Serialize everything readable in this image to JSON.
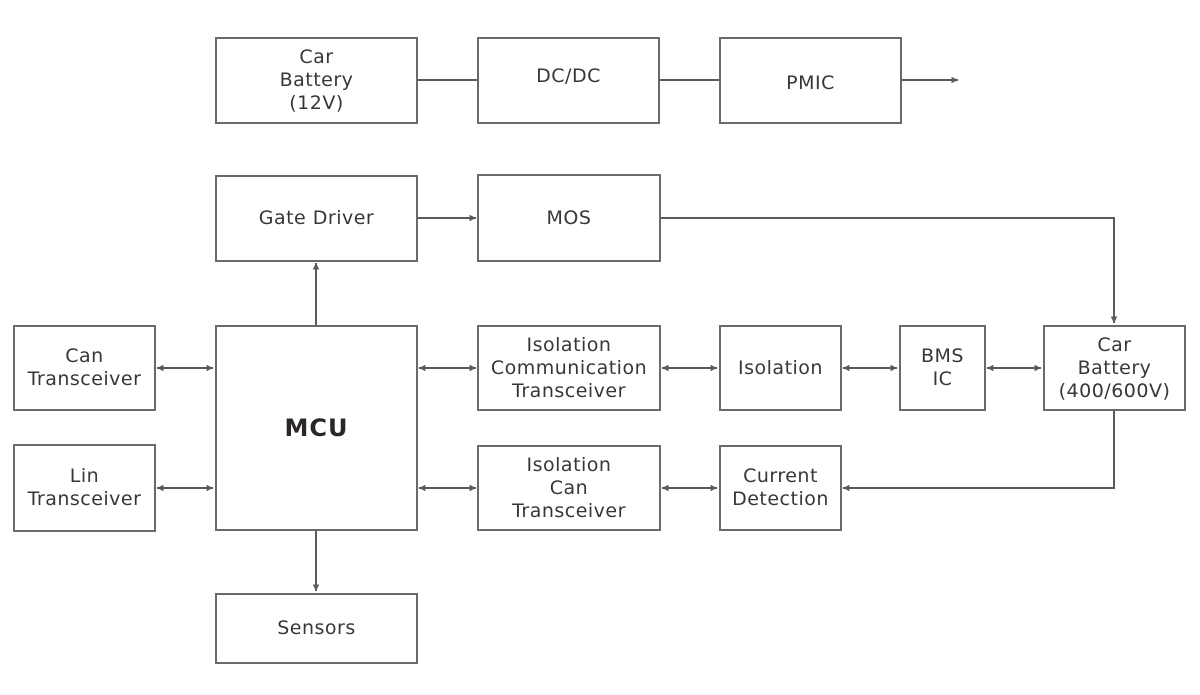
{
  "diagram": {
    "title": "",
    "colors": {
      "line": "#5a5a5a",
      "box_border": "#6a6a6a",
      "text": "#3a3536",
      "background": "#ffffff"
    },
    "nodes": {
      "car_battery_12v": {
        "label": "Car\nBattery\n(12V)"
      },
      "dcdc": {
        "label": "DC/DC"
      },
      "pmic": {
        "label": "PMIC"
      },
      "gate_driver": {
        "label": "Gate Driver"
      },
      "mos": {
        "label": "MOS"
      },
      "can_transceiver": {
        "label": "Can\nTransceiver"
      },
      "lin_transceiver": {
        "label": "Lin\nTransceiver"
      },
      "mcu": {
        "label": "MCU"
      },
      "iso_comm_transceiver": {
        "label": "Isolation\nCommunication\nTransceiver"
      },
      "isolation": {
        "label": "Isolation"
      },
      "bms_ic": {
        "label": "BMS\nIC"
      },
      "car_battery_hv": {
        "label": "Car\nBattery\n(400/600V)"
      },
      "iso_can_transceiver": {
        "label": "Isolation\nCan\nTransceiver"
      },
      "current_detection": {
        "label": "Current\nDetection"
      },
      "sensors": {
        "label": "Sensors"
      }
    },
    "edges": [
      {
        "from": "car_battery_12v",
        "to": "dcdc",
        "type": "line"
      },
      {
        "from": "dcdc",
        "to": "pmic",
        "type": "line"
      },
      {
        "from": "pmic",
        "to": "output",
        "type": "arrow"
      },
      {
        "from": "gate_driver",
        "to": "mos",
        "type": "arrow"
      },
      {
        "from": "mcu",
        "to": "gate_driver",
        "type": "arrow"
      },
      {
        "from": "mos",
        "to": "car_battery_hv",
        "type": "arrow"
      },
      {
        "from": "can_transceiver",
        "to": "mcu",
        "type": "bidirectional"
      },
      {
        "from": "lin_transceiver",
        "to": "mcu",
        "type": "bidirectional"
      },
      {
        "from": "mcu",
        "to": "iso_comm_transceiver",
        "type": "bidirectional"
      },
      {
        "from": "iso_comm_transceiver",
        "to": "isolation",
        "type": "bidirectional"
      },
      {
        "from": "isolation",
        "to": "bms_ic",
        "type": "bidirectional"
      },
      {
        "from": "bms_ic",
        "to": "car_battery_hv",
        "type": "bidirectional"
      },
      {
        "from": "mcu",
        "to": "iso_can_transceiver",
        "type": "bidirectional"
      },
      {
        "from": "iso_can_transceiver",
        "to": "current_detection",
        "type": "bidirectional"
      },
      {
        "from": "car_battery_hv",
        "to": "current_detection",
        "type": "arrow"
      },
      {
        "from": "mcu",
        "to": "sensors",
        "type": "arrow"
      }
    ]
  }
}
